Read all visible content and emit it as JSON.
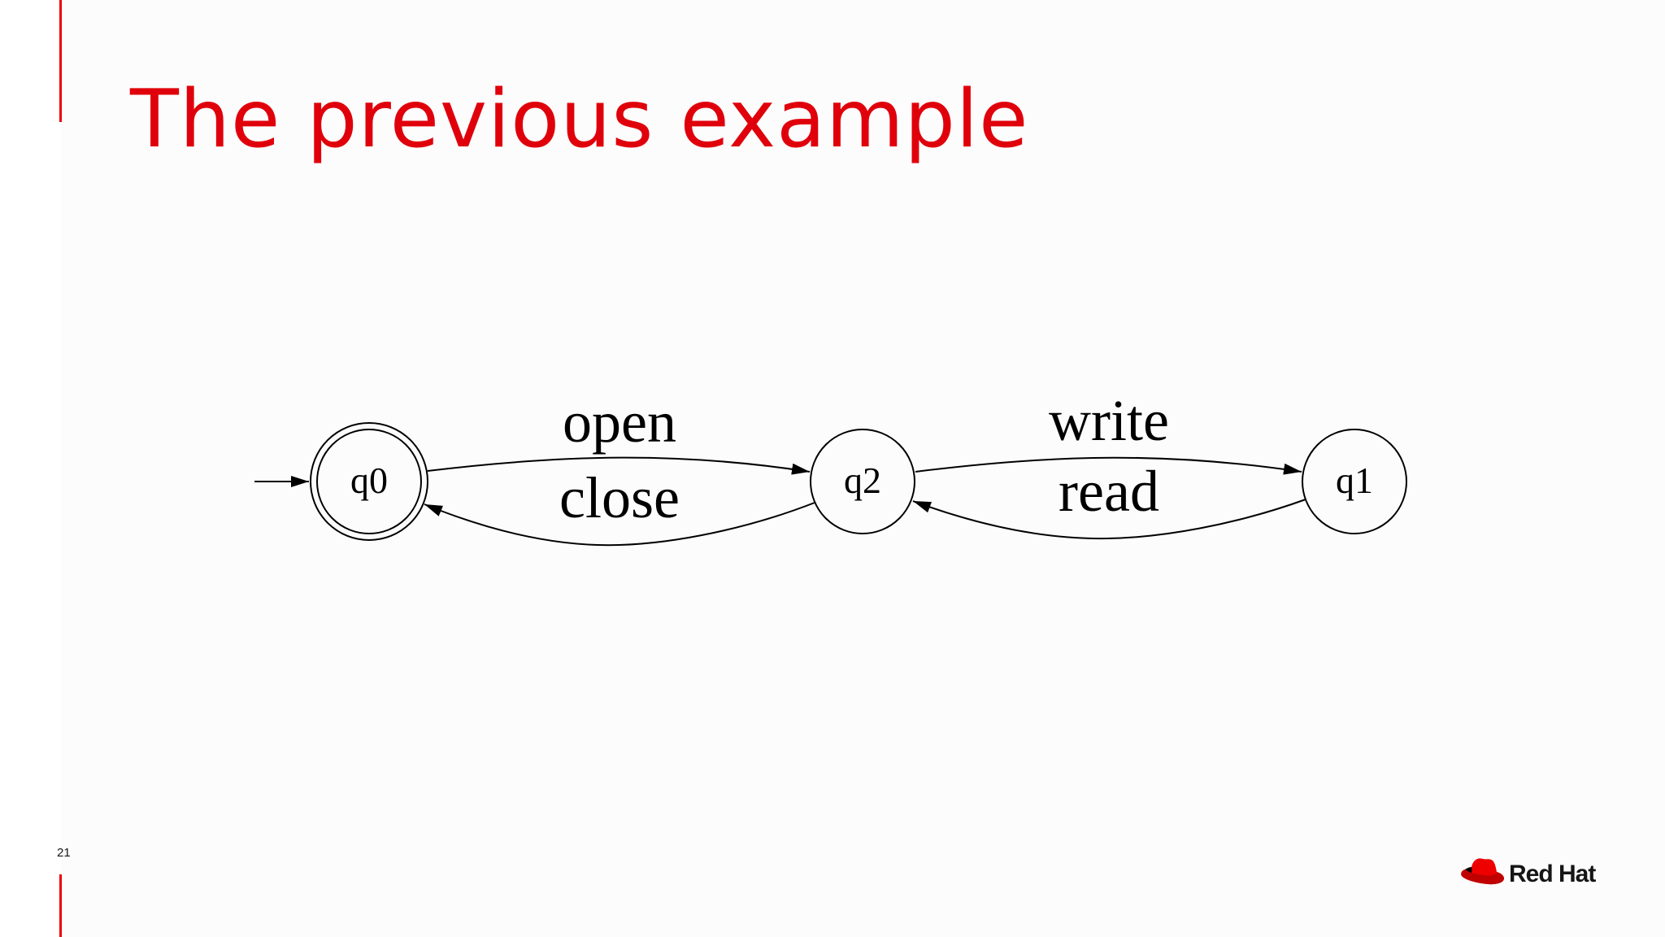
{
  "slide": {
    "title": "The previous example",
    "page_number": "21",
    "brand": "Red Hat"
  },
  "diagram": {
    "type": "state-machine",
    "states": [
      {
        "id": "q0",
        "label": "q0",
        "initial": true,
        "accepting": true
      },
      {
        "id": "q2",
        "label": "q2",
        "initial": false,
        "accepting": false
      },
      {
        "id": "q1",
        "label": "q1",
        "initial": false,
        "accepting": false
      }
    ],
    "transitions": [
      {
        "from": "q0",
        "to": "q2",
        "label": "open"
      },
      {
        "from": "q2",
        "to": "q0",
        "label": "close"
      },
      {
        "from": "q2",
        "to": "q1",
        "label": "write"
      },
      {
        "from": "q1",
        "to": "q2",
        "label": "read"
      }
    ]
  },
  "colors": {
    "accent": "#ee0000",
    "title": "#e0000b",
    "text": "#151515",
    "background": "#fcfcfc"
  },
  "icons": {
    "logo": "red-hat-fedora-icon"
  }
}
